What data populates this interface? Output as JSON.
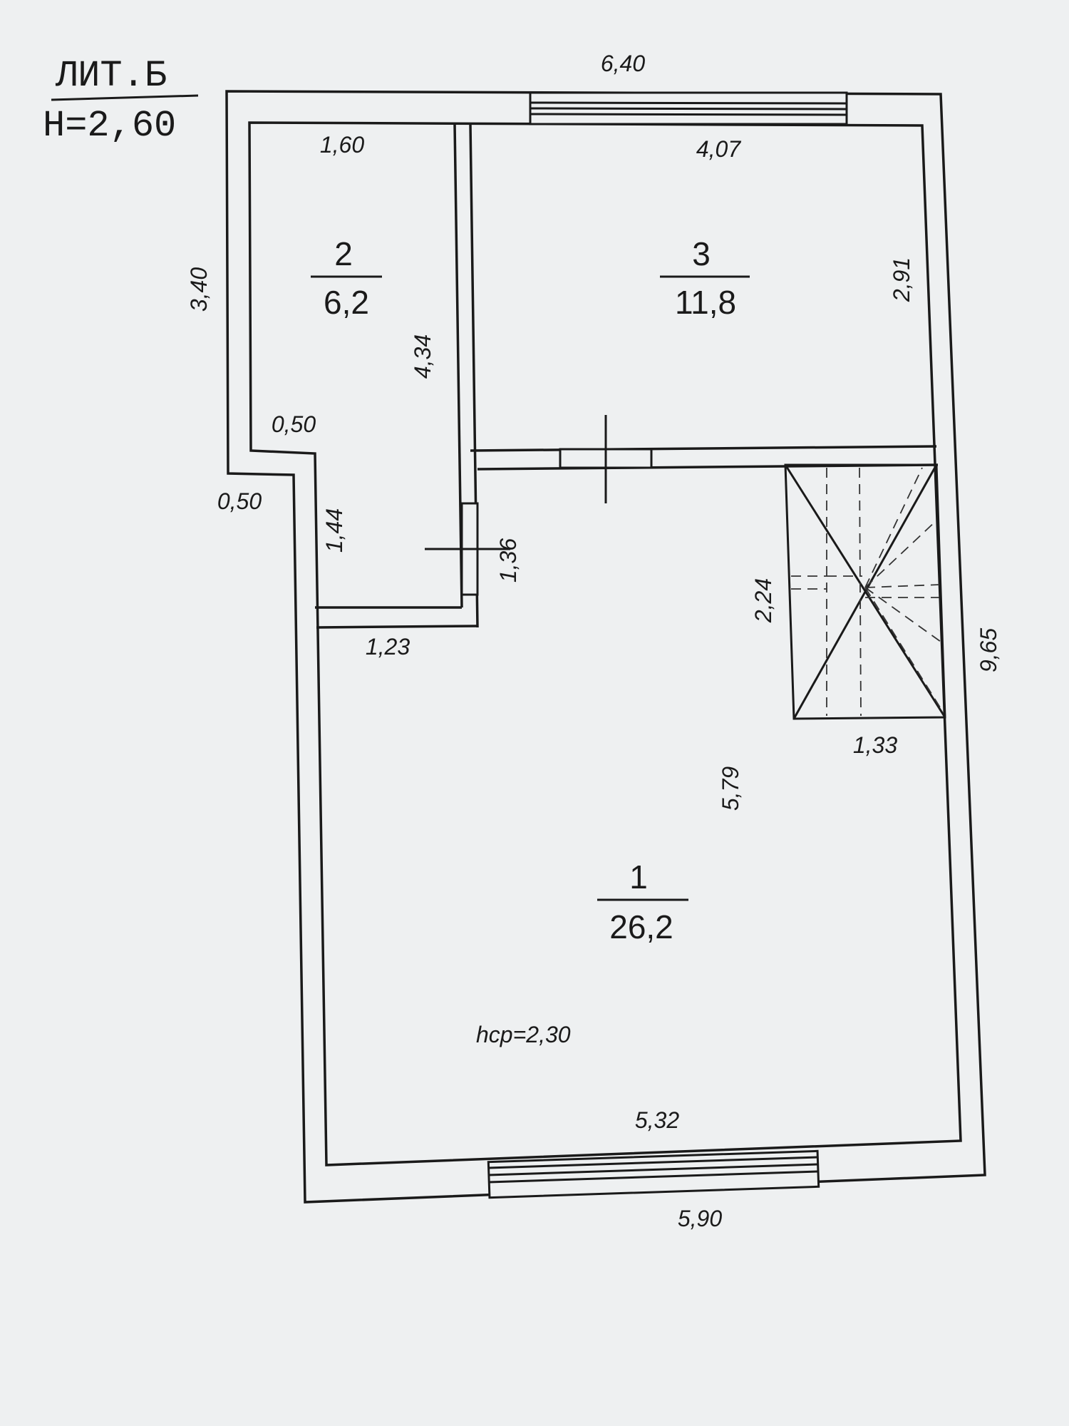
{
  "title": {
    "line1": "ЛИТ.Б",
    "line2": "Н=2,60"
  },
  "rooms": [
    {
      "number": "1",
      "area": "26,2"
    },
    {
      "number": "2",
      "area": "6,2"
    },
    {
      "number": "3",
      "area": "11,8"
    }
  ],
  "dimensions": {
    "top_outer": "6,40",
    "room2_width": "1,60",
    "room3_width": "4,07",
    "left_upper": "3,40",
    "room2_height": "4,34",
    "room3_height": "2,91",
    "step_inner": "0,50",
    "step_outer": "0,50",
    "closet_height": "1,44",
    "door_opening": "1,36",
    "closet_width": "1,23",
    "stair_height": "2,24",
    "stair_width": "1,33",
    "right_outer": "9,65",
    "room1_height": "5,79",
    "room1_width": "5,32",
    "bottom_outer": "5,90"
  },
  "ceiling_note": "hср=2,30"
}
